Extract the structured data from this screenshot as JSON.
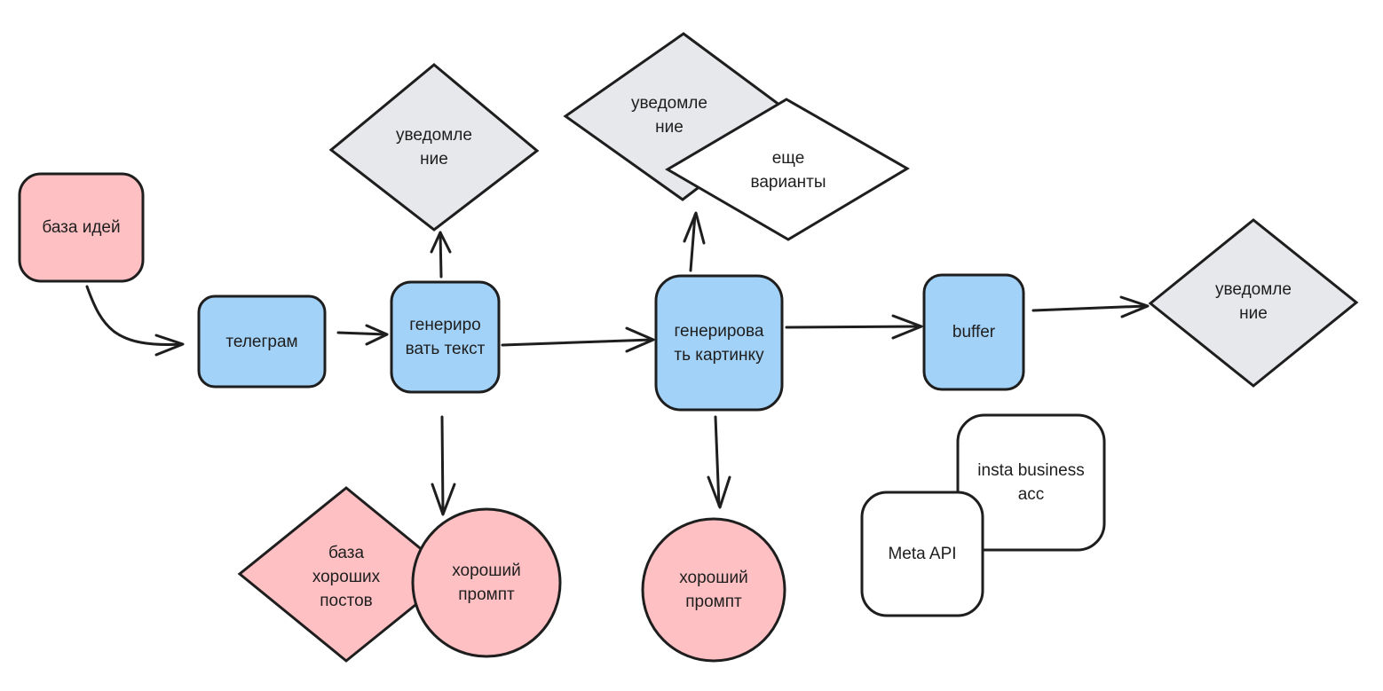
{
  "colors": {
    "stroke": "#1e1e1e",
    "pink": "#ffc0c3",
    "blue": "#a3d2f8",
    "gray": "#e6e8eb",
    "white": "#ffffff"
  },
  "nodes": {
    "idea_base": "база идей",
    "telegram": "телеграм",
    "gen_text": "генериро\nвать текст",
    "notify_top_left": "уведомле\nние",
    "notify_top_mid": "уведомле\nние",
    "more_variants": "еще\nварианты",
    "gen_image": "генерирова\nть картинку",
    "buffer": "buffer",
    "notify_right": "уведомле\nние",
    "good_posts_base": "база\nхороших\nпостов",
    "good_prompt_1": "хороший\nпромпт",
    "good_prompt_2": "хороший\nпромпт",
    "insta_business": "insta business\nacc",
    "meta_api": "Meta API"
  }
}
